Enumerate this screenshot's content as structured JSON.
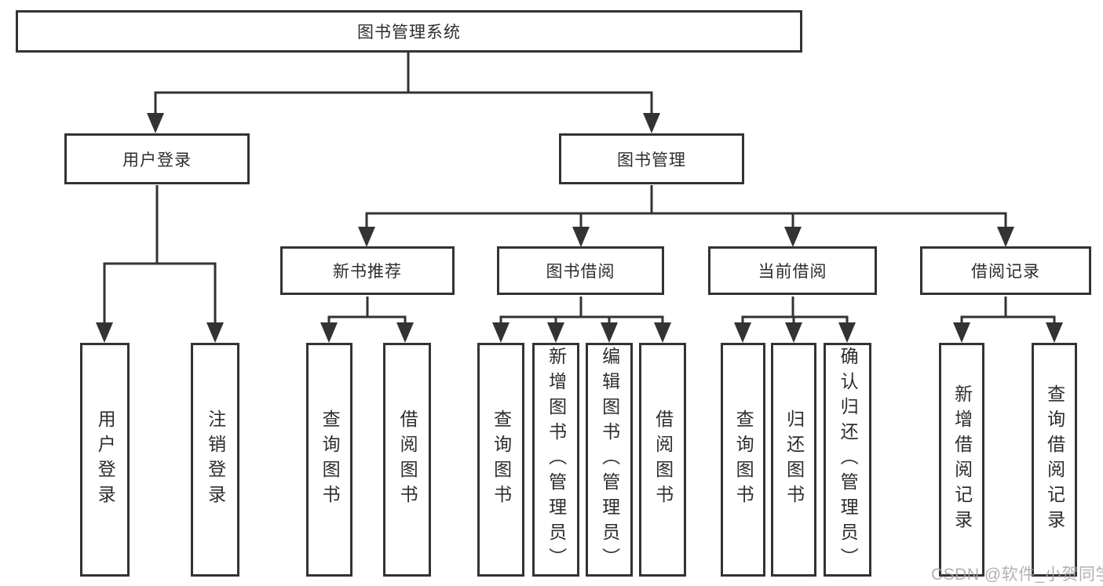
{
  "diagram_type": "hierarchy-tree",
  "colors": {
    "background": "#ffffff",
    "box_border": "#333333",
    "box_fill": "#ffffff",
    "line": "#333333",
    "text": "#2d2d2d",
    "watermark": "#aaa2a2"
  },
  "tree": {
    "root": {
      "label": "图书管理系统"
    },
    "user_login": {
      "label": "用户登录",
      "children": [
        {
          "label": "用户登录"
        },
        {
          "label": "注销登录"
        }
      ]
    },
    "book_mgmt": {
      "label": "图书管理",
      "sections": [
        {
          "label": "新书推荐",
          "children": [
            {
              "label": "查询图书"
            },
            {
              "label": "借阅图书"
            }
          ]
        },
        {
          "label": "图书借阅",
          "children": [
            {
              "label": "查询图书"
            },
            {
              "label": "新增图书（管理员）"
            },
            {
              "label": "编辑图书（管理员）"
            },
            {
              "label": "借阅图书"
            }
          ]
        },
        {
          "label": "当前借阅",
          "children": [
            {
              "label": "查询图书"
            },
            {
              "label": "归还图书"
            },
            {
              "label": "确认归还（管理员）"
            }
          ]
        },
        {
          "label": "借阅记录",
          "children": [
            {
              "label": "新增借阅记录"
            },
            {
              "label": "查询借阅记录"
            }
          ]
        }
      ]
    }
  },
  "watermark": {
    "text": "CSDN @软件_小贺同学"
  }
}
